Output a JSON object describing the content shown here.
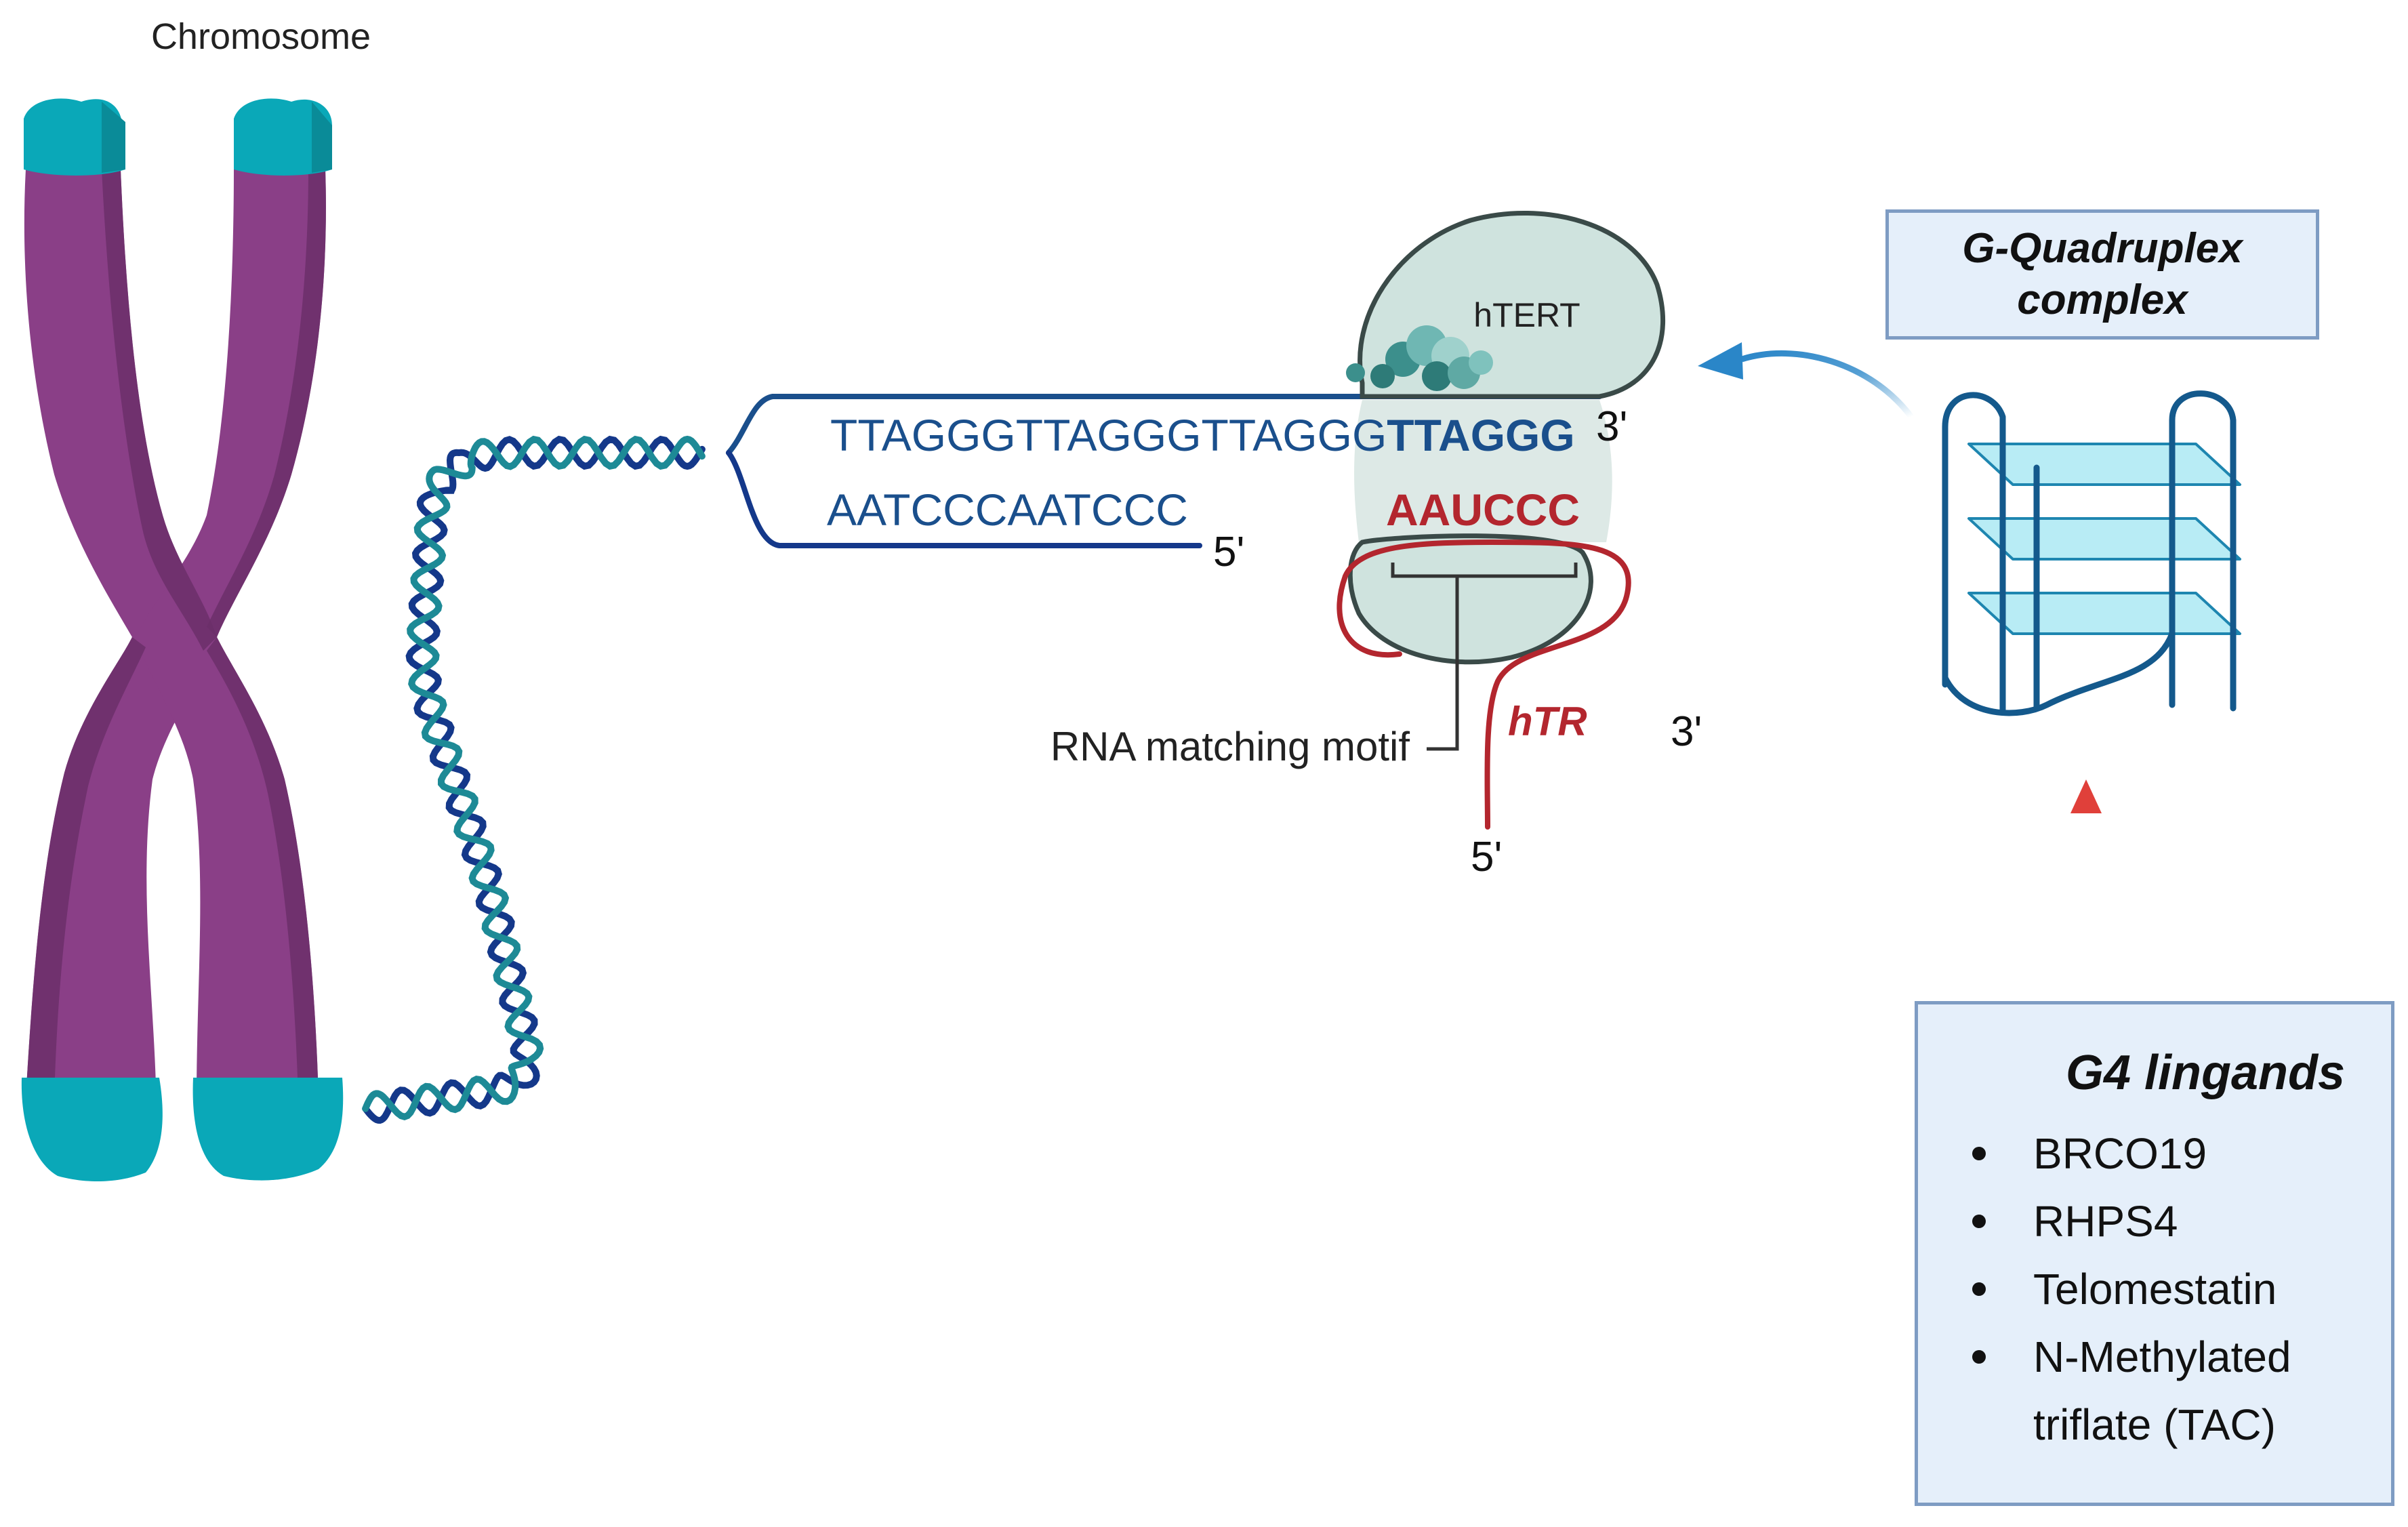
{
  "labels": {
    "chromosome": "Chromosome",
    "htert": "hTERT",
    "htr": "hTR",
    "rna_motif": "RNA matching motif",
    "strand_top_plain": "TTAGGGTTAGGGTTAGGG",
    "strand_top_bold": "TTAGGG",
    "strand_bottom": "AATCCCAATCCC",
    "rna_template": "AAUCCC",
    "prime3_top": "3'",
    "prime5_bottom": "5'",
    "prime3_htr": "3'",
    "prime5_htr": "5'"
  },
  "gq_box": {
    "line1": "G-Quadruplex",
    "line2": "complex"
  },
  "g4_box": {
    "title": "G4 lingands",
    "items": [
      {
        "text": "BRCO19",
        "cont": ""
      },
      {
        "text": "RHPS4",
        "cont": ""
      },
      {
        "text": "Telomestatin",
        "cont": ""
      },
      {
        "text": "N-Methylated",
        "cont": "triflate (TAC)"
      }
    ]
  },
  "colors": {
    "chromosome_body": "#8a3f87",
    "chromosome_shade": "#6b2f6a",
    "telomere_cap": "#0aa8b8",
    "dna_navy": "#14388a",
    "dna_teal": "#1d8a96",
    "strand_blue": "#1a4f8c",
    "rna_red": "#b3262e",
    "enzyme_fill": "#cfe3de",
    "enzyme_stroke": "#3a4a48",
    "arrow_blue": "#2a86c8",
    "arrow_red": "#e0403a",
    "box_fill": "#e5effa",
    "box_border": "#7e9cc3",
    "quad_plate": "#b8ecf5",
    "quad_stroke": "#14598c"
  }
}
